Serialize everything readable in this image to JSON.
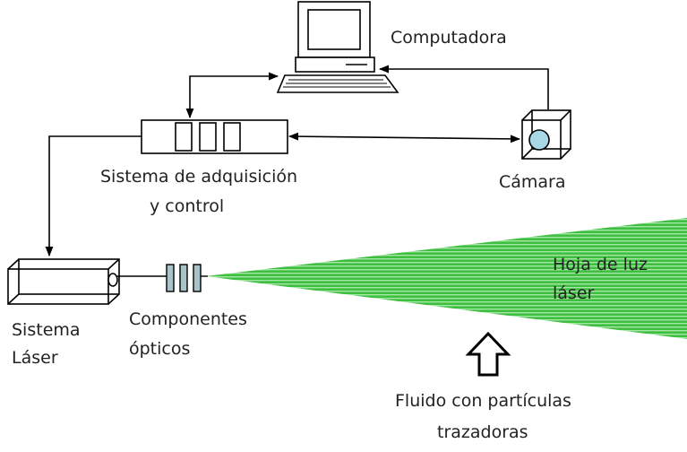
{
  "labels": {
    "computer": "Computadora",
    "daq_line1": "Sistema de adquisición",
    "daq_line2": "y control",
    "camera": "Cámara",
    "laser_line1": "Sistema",
    "laser_line2": "Láser",
    "optics_line1": "Componentes",
    "optics_line2": "ópticos",
    "sheet_line1": "Hoja de luz",
    "sheet_line2": "láser",
    "fluid_line1": "Fluido con partículas",
    "fluid_line2": "trazadoras"
  },
  "colors": {
    "laser_sheet": "#3fbf3f",
    "laser_sheet_stripe": "#9fe39f",
    "stroke": "#000000",
    "camera_lens": "#a8d8e8",
    "optic_lens": "#a9c4c8"
  },
  "icons": {
    "computer": "desktop-computer-icon",
    "camera": "camera-cube-icon",
    "laser": "laser-box-icon",
    "flow_arrow": "up-arrow-icon"
  }
}
